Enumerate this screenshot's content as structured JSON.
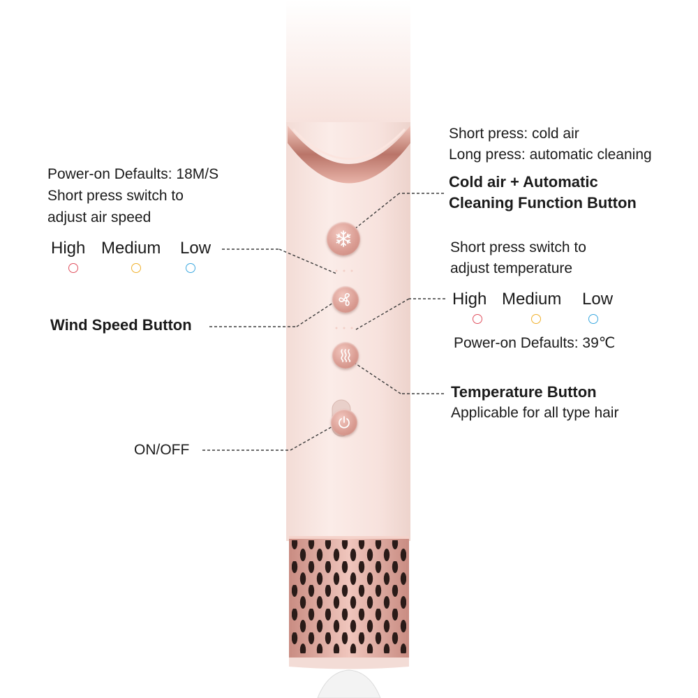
{
  "left": {
    "wind_defaults_line1": "Power-on Defaults: 18M/S",
    "wind_defaults_line2": "Short press switch to",
    "wind_defaults_line3": "adjust air speed",
    "wind_levels": [
      "High",
      "Medium",
      "Low"
    ],
    "wind_speed_button": "Wind Speed Button",
    "on_off": "ON/OFF"
  },
  "right": {
    "cold_line1": "Short press: cold air",
    "cold_line2": "Long press: automatic cleaning",
    "cold_title_line1": "Cold air + Automatic",
    "cold_title_line2": "Cleaning Function Button",
    "temp_line1": "Short press switch to",
    "temp_line2": "adjust temperature",
    "temp_levels": [
      "High",
      "Medium",
      "Low"
    ],
    "temp_defaults": "Power-on Defaults: 39℃",
    "temp_button_title": "Temperature Button",
    "temp_button_desc": "Applicable for all type hair"
  },
  "level_colors": {
    "high": "#e0505e",
    "medium": "#f0b02a",
    "low": "#3aa8e0"
  },
  "device_colors": {
    "body": "#f7e4df",
    "accent": "#d99b91",
    "rose_gold": "#c78a80"
  },
  "icons": [
    "snowflake-icon",
    "fan-icon",
    "heat-waves-icon",
    "power-icon"
  ]
}
